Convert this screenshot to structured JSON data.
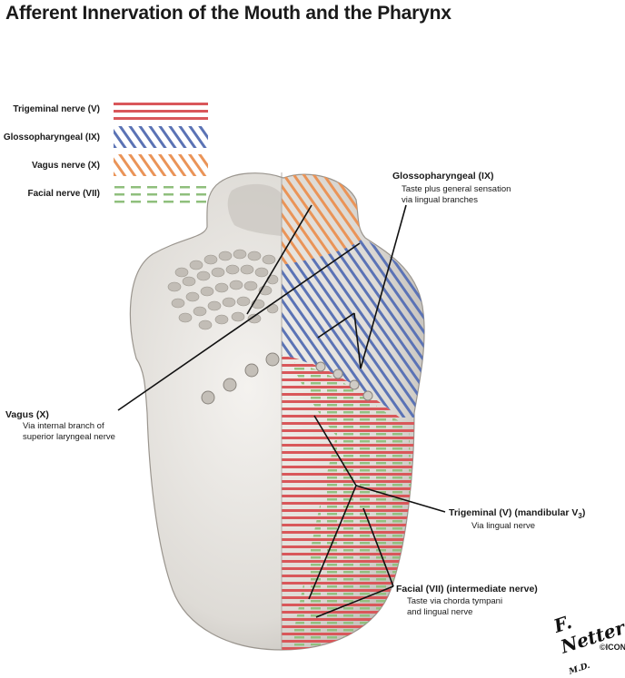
{
  "title": "Afferent Innervation of the Mouth and the Pharynx",
  "colors": {
    "trigeminal": "#d9575a",
    "glossopharyngeal": "#5b73b5",
    "vagus": "#ea9458",
    "facial": "#8fbf7c",
    "tongue": "#dedbd6"
  },
  "legend": [
    {
      "label": "Trigeminal nerve (V)",
      "pattern": "horizontal",
      "color_key": "trigeminal"
    },
    {
      "label": "Glossopharyngeal (IX)",
      "pattern": "diagonal",
      "color_key": "glossopharyngeal"
    },
    {
      "label": "Vagus nerve (X)",
      "pattern": "diagonal",
      "color_key": "vagus"
    },
    {
      "label": "Facial nerve (VII)",
      "pattern": "horizontal-dashed",
      "color_key": "facial"
    }
  ],
  "callouts": {
    "glosso": {
      "title": "Glossopharyngeal (IX)",
      "line1": "Taste plus general sensation",
      "line2": "via lingual branches"
    },
    "vagus": {
      "title": "Vagus (X)",
      "line1": "Via internal branch of",
      "line2": "superior laryngeal nerve"
    },
    "trigeminal": {
      "title": "Trigeminal (V) (mandibular V",
      "subscript": "3",
      "close": ")",
      "line1": "Via lingual nerve"
    },
    "facial": {
      "title": "Facial (VII) (intermediate nerve)",
      "line1": "Taste via chorda tympani",
      "line2": "and lingual nerve"
    }
  },
  "signature": {
    "text": "F. Netter",
    "suffix": "M.D.",
    "logo": "©ICON"
  }
}
